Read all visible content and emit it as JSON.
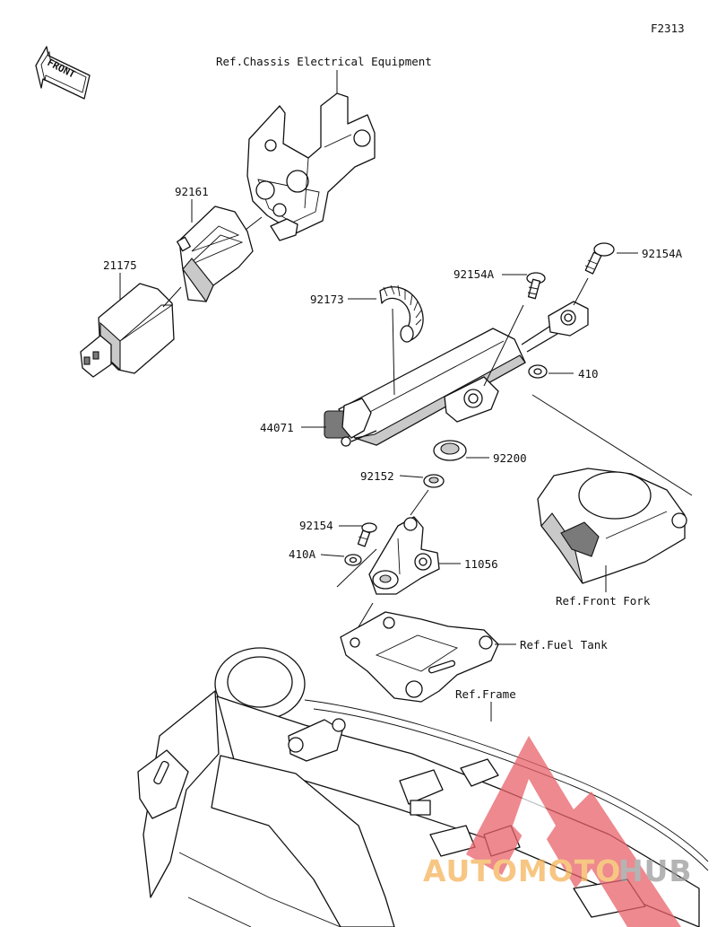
{
  "figure_code": "F2313",
  "front_marker": "FRONT",
  "refs": {
    "chassis_electrical": "Ref.Chassis Electrical Equipment",
    "front_fork": "Ref.Front Fork",
    "fuel_tank": "Ref.Fuel Tank",
    "frame": "Ref.Frame"
  },
  "part_numbers": {
    "p92161": "92161",
    "p21175": "21175",
    "p92173": "92173",
    "p92154A_left": "92154A",
    "p92154A_right": "92154A",
    "p410": "410",
    "p44071": "44071",
    "p92200": "92200",
    "p92152": "92152",
    "p92154": "92154",
    "p410A": "410A",
    "p11056": "11056"
  },
  "watermark": {
    "brand_left": "AUTOMOTO",
    "brand_right": "HUB",
    "colors": {
      "triangle": "#e8626a",
      "orange": "#f5b35a",
      "gray": "#b5b5b5"
    }
  }
}
